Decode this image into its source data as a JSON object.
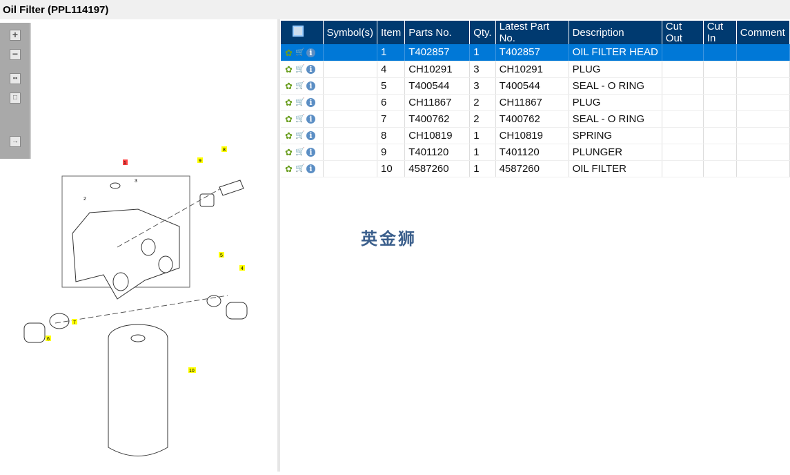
{
  "title": "Oil Filter (PPL114197)",
  "toolbar": {
    "zoom_in": "zoom-in",
    "zoom_out": "zoom-out",
    "fit": "fit",
    "actual": "actual",
    "export": "export"
  },
  "table": {
    "headers": [
      "Symbol(s)",
      "Item",
      "Parts No.",
      "Qty.",
      "Latest Part No.",
      "Description",
      "Cut Out",
      "Cut In",
      "Comment"
    ],
    "rows": [
      {
        "item": "1",
        "part": "T402857",
        "qty": "1",
        "latest": "T402857",
        "desc": "OIL FILTER HEAD",
        "selected": true
      },
      {
        "item": "4",
        "part": "CH10291",
        "qty": "3",
        "latest": "CH10291",
        "desc": "PLUG"
      },
      {
        "item": "5",
        "part": "T400544",
        "qty": "3",
        "latest": "T400544",
        "desc": "SEAL - O RING"
      },
      {
        "item": "6",
        "part": "CH11867",
        "qty": "2",
        "latest": "CH11867",
        "desc": "PLUG"
      },
      {
        "item": "7",
        "part": "T400762",
        "qty": "2",
        "latest": "T400762",
        "desc": "SEAL - O RING"
      },
      {
        "item": "8",
        "part": "CH10819",
        "qty": "1",
        "latest": "CH10819",
        "desc": "SPRING"
      },
      {
        "item": "9",
        "part": "T401120",
        "qty": "1",
        "latest": "T401120",
        "desc": "PLUNGER"
      },
      {
        "item": "10",
        "part": "4587260",
        "qty": "1",
        "latest": "4587260",
        "desc": "OIL FILTER"
      }
    ]
  },
  "diagram": {
    "callouts": [
      "1",
      "2",
      "3",
      "4",
      "5",
      "6",
      "7",
      "8",
      "9",
      "10"
    ]
  },
  "watermark": "英金狮"
}
